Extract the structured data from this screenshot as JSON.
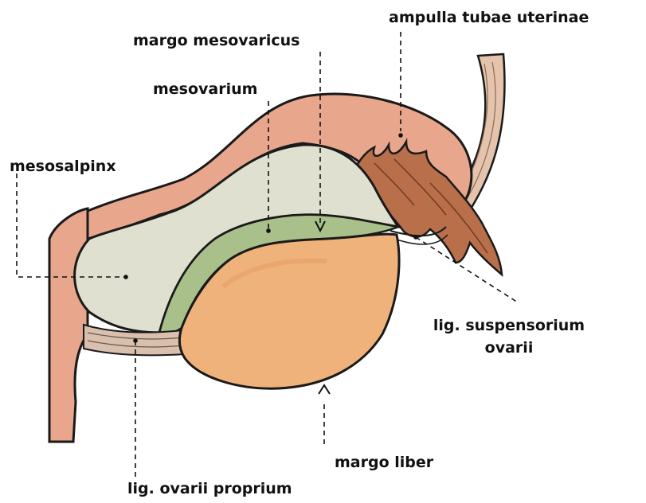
{
  "labels": {
    "ampulla": "ampulla tubae uterinae",
    "margo_mesovaricus": "margo mesovaricus",
    "mesovarium": "mesovarium",
    "mesosalpinx": "mesosalpinx",
    "lig_suspensorium_line1": "lig. suspensorium",
    "lig_suspensorium_line2": "ovarii",
    "margo_liber": "margo liber",
    "lig_ovarii_proprium": "lig. ovarii proprium"
  },
  "colors": {
    "tube": "#e8a68c",
    "mesosalpinx": "#dfe0cf",
    "mesovarium": "#a9c08a",
    "ovary": "#efb27a",
    "fimbriae": "#b86f4a",
    "ligament": "#cfa88c",
    "outline": "#1a1a1a"
  }
}
